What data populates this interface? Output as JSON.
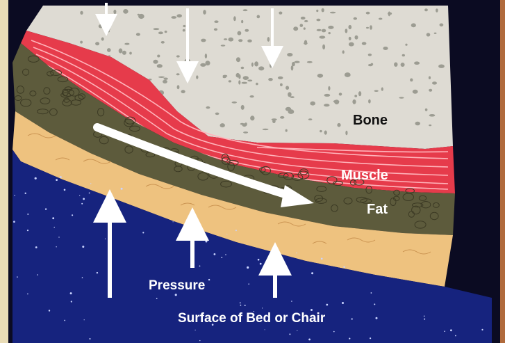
{
  "labels": {
    "bone": "Bone",
    "muscle": "Muscle",
    "fat": "Fat",
    "pressure": "Pressure",
    "surface": "Surface of Bed or Chair"
  },
  "colors": {
    "background": "#e9dcb6",
    "frame": "#0b0b22",
    "bone": "#dedbd3",
    "bone_pore": "#9c9c92",
    "muscle": "#e63b4b",
    "muscle_fiber": "#ffb3ba",
    "fat_dark": "#5d5b3c",
    "fat_light": "#eec27f",
    "surface": "#16237e",
    "arrow": "#ffffff"
  }
}
